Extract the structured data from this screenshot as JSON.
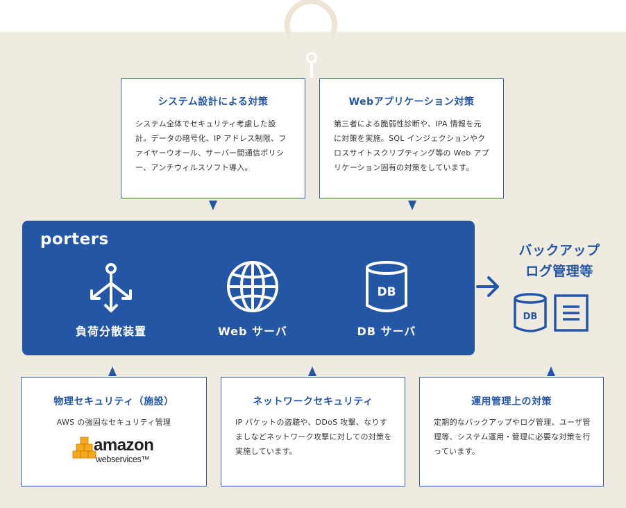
{
  "top_boxes": [
    {
      "title": "システム設計による対策",
      "body": "システム全体でセキュリティ考慮した設計。データの暗号化、IP アドレス制限、ファイヤーウオール、サーバー間通信ポリシー、アンチウィルスソフト導入。"
    },
    {
      "title": "Webアプリケーション対策",
      "body": "第三者による脆弱性診断や、IPA 情報を元に対策を実施。SQL インジェクションやクロスサイトスクリプティング等の Web アプリケーション固有の対策をしています。"
    }
  ],
  "main": {
    "logo": "porters",
    "servers": [
      {
        "label": "負荷分散装置",
        "icon": "load-balancer-icon"
      },
      {
        "label": "Web サーバ",
        "icon": "globe-icon"
      },
      {
        "label": "DB サーバ",
        "icon": "database-icon",
        "icon_text": "DB"
      }
    ]
  },
  "backup": {
    "title_line1": "バックアップ",
    "title_line2": "ログ管理等",
    "db_icon_text": "DB",
    "icons": [
      "database-icon",
      "document-icon"
    ]
  },
  "bottom_boxes": [
    {
      "title": "物理セキュリティ（施設）",
      "body": "AWS の強固なセキュリティ管理",
      "logo_word": "amazon",
      "logo_sub": "webservices™"
    },
    {
      "title": "ネットワークセキュリティ",
      "body": "IP パケットの盗聴や、DDoS 攻撃、なりすましなどネットワーク攻撃に対しての対策を実施しています。"
    },
    {
      "title": "運用管理上の対策",
      "body": "定期的なバックアップやログ管理、ユーザ管理等、システム運用・管理に必要な対策を行っています。"
    }
  ],
  "colors": {
    "accent": "#2456a6",
    "background": "#f0ebe1",
    "aws_orange": "#f7a81b"
  }
}
